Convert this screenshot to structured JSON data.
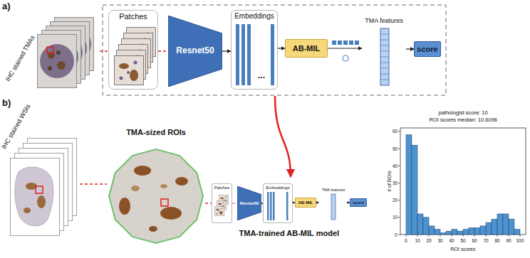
{
  "diagram": {
    "nodes": [
      {
        "text": [
          "IHC stained TMAs"
        ]
      },
      {
        "text": [
          "Patches"
        ]
      },
      {
        "text": [
          "Resnet50"
        ]
      },
      {
        "text": [
          "Embeddings",
          "..."
        ]
      },
      {
        "text": [
          "AB-MIL"
        ]
      },
      {
        "text": [
          "TMA features"
        ]
      },
      {
        "text": [
          "score"
        ]
      },
      {
        "text": [
          "IHC stained WSIs"
        ]
      },
      {
        "text": [
          "TMA-sized ROIs"
        ]
      },
      {
        "text": [
          "Patches"
        ]
      },
      {
        "text": [
          "Resnet50"
        ]
      },
      {
        "text": [
          "Embeddings"
        ]
      },
      {
        "text": [
          "AB-MIL"
        ]
      },
      {
        "text": [
          "TMA features"
        ]
      },
      {
        "text": [
          "score"
        ]
      }
    ],
    "edges": [
      {
        "from": 0,
        "to": 1,
        "arrow": "none"
      },
      {
        "from": 1,
        "to": 2,
        "arrow": "none"
      },
      {
        "from": 2,
        "to": 3,
        "arrow": "to"
      },
      {
        "from": 3,
        "to": 4,
        "arrow": "to"
      },
      {
        "from": 4,
        "to": 5,
        "arrow": "to"
      },
      {
        "from": 5,
        "to": 6,
        "arrow": "to"
      },
      {
        "from": 7,
        "to": 8,
        "arrow": "none"
      },
      {
        "from": 8,
        "to": 9,
        "arrow": "none"
      },
      {
        "from": 9,
        "to": 10,
        "arrow": "none"
      },
      {
        "from": 10,
        "to": 11,
        "arrow": "to"
      },
      {
        "from": 11,
        "to": 12,
        "arrow": "to"
      },
      {
        "from": 12,
        "to": 13,
        "arrow": "to"
      },
      {
        "from": 13,
        "to": 14,
        "arrow": "to"
      }
    ],
    "labels": [
      "a)",
      "b)",
      "TMA-trained AB-MIL model",
      "pathologist score: 10",
      "ROI scores median: 10.6096",
      "# of ROIs",
      "ROI scores",
      "0",
      "10",
      "20",
      "30",
      "40",
      "50",
      "60",
      "70",
      "80",
      "90",
      "100",
      "0",
      "10",
      "20",
      "30",
      "40",
      "50",
      "60"
    ]
  }
}
